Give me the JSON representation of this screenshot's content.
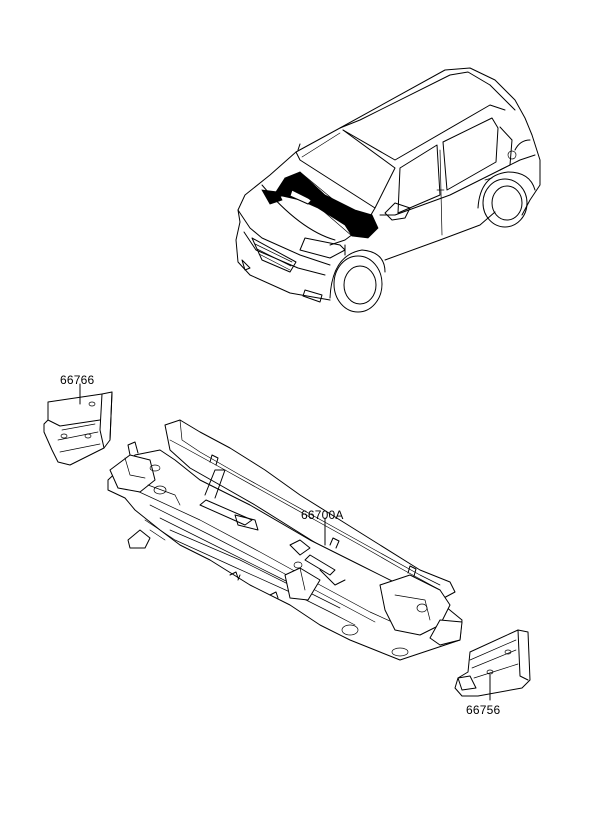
{
  "diagram": {
    "parts": [
      {
        "id": "p1",
        "label": "66766"
      },
      {
        "id": "p2",
        "label": "66700A"
      },
      {
        "id": "p3",
        "label": "66756"
      }
    ],
    "colors": {
      "line": "#000000",
      "background": "#ffffff",
      "highlight": "#000000"
    }
  }
}
